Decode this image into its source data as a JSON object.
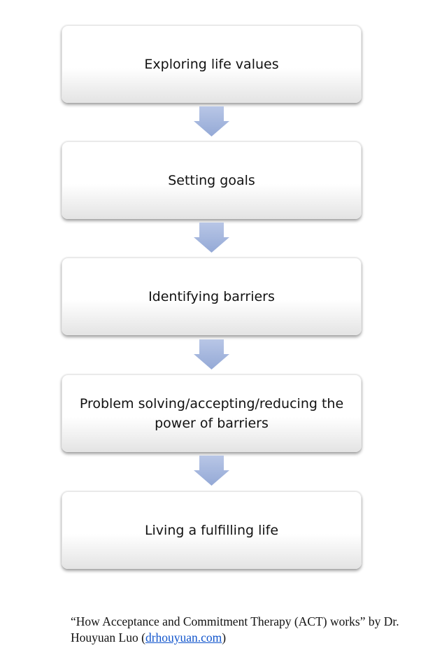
{
  "steps": [
    {
      "label": "Exploring life values"
    },
    {
      "label": "Setting goals"
    },
    {
      "label": "Identifying barriers"
    },
    {
      "label": "Problem solving/accepting/reducing the power of barriers"
    },
    {
      "label": "Living a fulfilling life"
    }
  ],
  "arrow_icon": "down-arrow-icon",
  "colors": {
    "arrow": "#a9b9dc",
    "link": "#1155cc"
  },
  "caption": {
    "text_before": "“How Acceptance and Commitment Therapy (ACT) works” by Dr. Houyuan Luo (",
    "link_text": "drhouyuan.com",
    "text_after": ")"
  }
}
